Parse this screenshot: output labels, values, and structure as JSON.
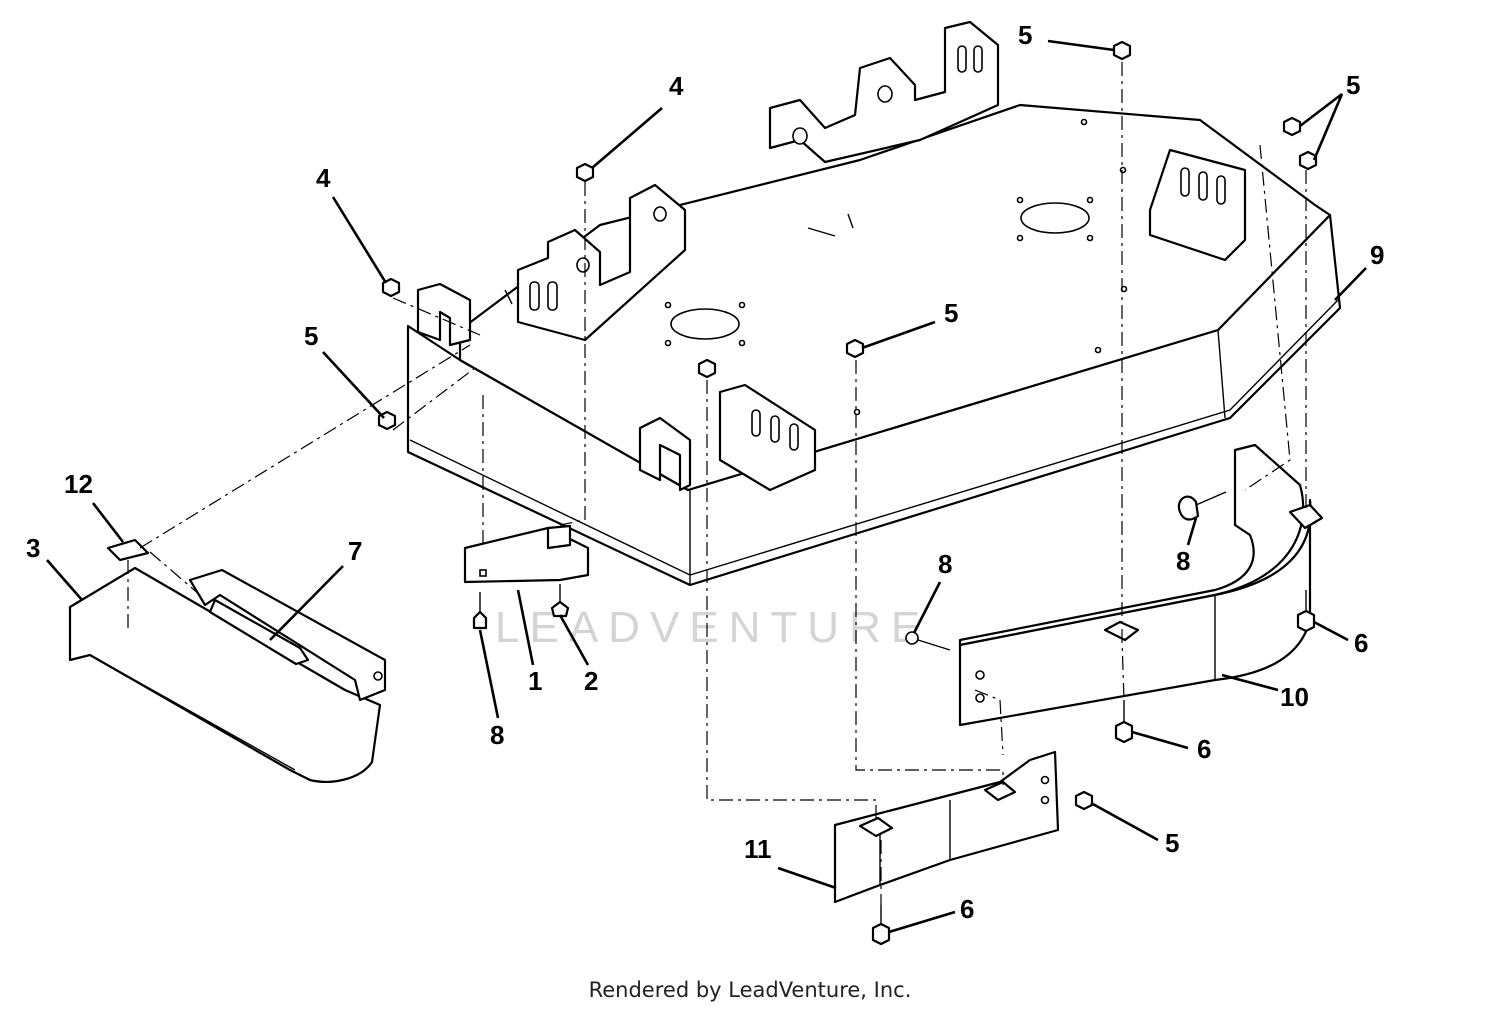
{
  "watermark": "LEADVENTURE",
  "footer": "Rendered by LeadVenture, Inc.",
  "callouts": [
    {
      "id": "c1",
      "text": "1"
    },
    {
      "id": "c2",
      "text": "2"
    },
    {
      "id": "c3",
      "text": "3"
    },
    {
      "id": "c4a",
      "text": "4"
    },
    {
      "id": "c4b",
      "text": "4"
    },
    {
      "id": "c5a",
      "text": "5"
    },
    {
      "id": "c5b",
      "text": "5"
    },
    {
      "id": "c5c",
      "text": "5"
    },
    {
      "id": "c5d",
      "text": "5"
    },
    {
      "id": "c5e",
      "text": "5"
    },
    {
      "id": "c6a",
      "text": "6"
    },
    {
      "id": "c6b",
      "text": "6"
    },
    {
      "id": "c6c",
      "text": "6"
    },
    {
      "id": "c7",
      "text": "7"
    },
    {
      "id": "c8a",
      "text": "8"
    },
    {
      "id": "c8b",
      "text": "8"
    },
    {
      "id": "c8c",
      "text": "8"
    },
    {
      "id": "c9",
      "text": "9"
    },
    {
      "id": "c10",
      "text": "10"
    },
    {
      "id": "c11",
      "text": "11"
    },
    {
      "id": "c12",
      "text": "12"
    }
  ]
}
